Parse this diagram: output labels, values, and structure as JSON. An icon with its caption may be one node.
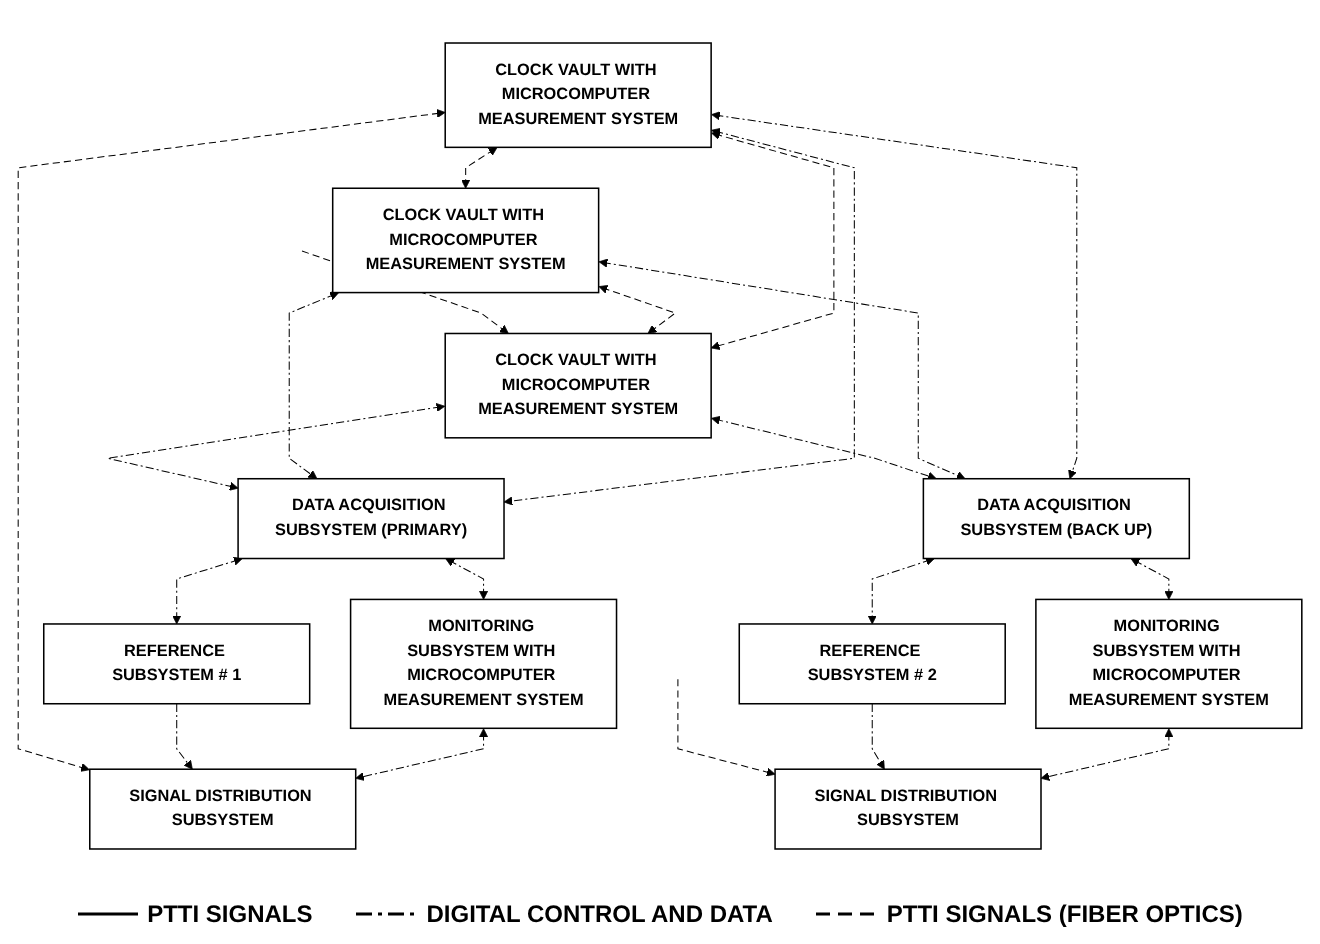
{
  "diagram": {
    "nodes": [
      {
        "text": [
          "CLOCK VAULT WITH MICROCOMPUTER MEASUREMENT SYSTEM"
        ]
      },
      {
        "text": [
          "CLOCK VAULT WITH MICROCOMPUTER MEASUREMENT SYSTEM"
        ]
      },
      {
        "text": [
          "CLOCK VAULT WITH MICROCOMPUTER MEASUREMENT SYSTEM"
        ]
      },
      {
        "text": [
          "DATA ACQUISITION SUBSYSTEM (PRIMARY)"
        ]
      },
      {
        "text": [
          "DATA ACQUISITION SUBSYSTEM (BACK UP)"
        ]
      },
      {
        "text": [
          "MONITORING SUBSYSTEM WITH MICROCOMPUTER MEASUREMENT SYSTEM"
        ]
      },
      {
        "text": [
          "MONITORING SUBSYSTEM WITH MICROCOMPUTER MEASUREMENT SYSTEM"
        ]
      },
      {
        "text": [
          "REFERENCE SUBSYSTEM # 1"
        ]
      },
      {
        "text": [
          "REFERENCE SUBSYSTEM # 2"
        ]
      },
      {
        "text": [
          "SIGNAL DISTRIBUTION SUBSYSTEM"
        ]
      },
      {
        "text": [
          "SIGNAL DISTRIBUTION SUBSYSTEM"
        ]
      }
    ],
    "edges": [
      {
        "from": 0,
        "to": 2,
        "arrow": "both",
        "style": "dashed"
      },
      {
        "from": 0,
        "to": 1,
        "arrow": "both",
        "style": "dashed"
      },
      {
        "from": 1,
        "to": 2,
        "arrow": "both",
        "style": "dashed"
      },
      {
        "from": null,
        "to": 2,
        "arrow": "to",
        "style": "dashed"
      },
      {
        "from": 9,
        "to": 0,
        "arrow": "both",
        "style": "dashed"
      },
      {
        "from": 0,
        "to": 3,
        "arrow": "both"
      },
      {
        "from": 1,
        "to": 3,
        "arrow": "both"
      },
      {
        "from": 2,
        "to": 3,
        "arrow": "both"
      },
      {
        "from": 0,
        "to": 4,
        "arrow": "both"
      },
      {
        "from": 1,
        "to": 4,
        "arrow": "both"
      },
      {
        "from": 2,
        "to": 4,
        "arrow": "both"
      },
      {
        "from": 3,
        "to": 5,
        "arrow": "both"
      },
      {
        "from": 3,
        "to": 7,
        "arrow": "both"
      },
      {
        "from": 4,
        "to": 8,
        "arrow": "both"
      },
      {
        "from": 4,
        "to": 6,
        "arrow": "both"
      },
      {
        "from": 5,
        "to": 9,
        "arrow": "both"
      },
      {
        "from": 6,
        "to": 10,
        "arrow": "both"
      },
      {
        "from": 7,
        "to": 9,
        "arrow": "to"
      },
      {
        "from": 8,
        "to": 10,
        "arrow": "to"
      },
      {
        "from": null,
        "to": 10,
        "arrow": "to",
        "style": "dashed"
      }
    ],
    "legend": [
      {
        "text": "PTTI SIGNALS"
      },
      {
        "text": "DIGITAL CONTROL AND DATA"
      },
      {
        "text": "PTTI SIGNALS (FIBER OPTICS)"
      }
    ]
  }
}
